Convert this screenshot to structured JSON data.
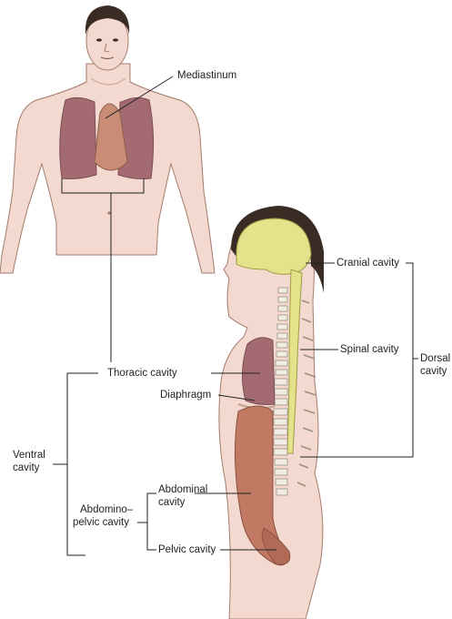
{
  "labels": {
    "mediastinum": "Mediastinum",
    "cranial": "Cranial cavity",
    "spinal": "Spinal cavity",
    "dorsal_1": "Dorsal",
    "dorsal_2": "cavity",
    "thoracic": "Thoracic cavity",
    "diaphragm": "Diaphragm",
    "ventral_1": "Ventral",
    "ventral_2": "cavity",
    "abdominal_1": "Abdominal",
    "abdominal_2": "cavity",
    "abdomino_1": "Abdomino–",
    "abdomino_2": "pelvic cavity",
    "pelvic": "Pelvic cavity"
  },
  "colors": {
    "skin": "#f3d9cf",
    "skin_edge": "#a47b6c",
    "lung": "#a36a72",
    "heart": "#c98d76",
    "brain": "#e4e28a",
    "hair": "#3a2b24",
    "abdomen": "#c07a64",
    "vertebra": "#f1ede4",
    "line": "#222222"
  }
}
